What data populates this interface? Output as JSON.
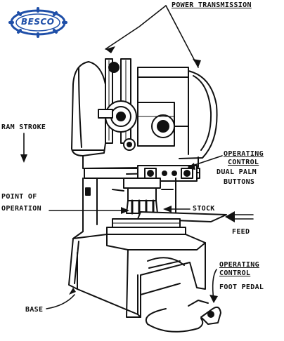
{
  "logo": {
    "text": "BESCO",
    "color": "#1f4fa8"
  },
  "labels": {
    "power_transmission": "POWER TRANSMISSION",
    "ram_stroke": "RAM STROKE",
    "operating_control_1": "OPERATING",
    "operating_control_2": "CONTROL",
    "dual_palm_1": "DUAL PALM",
    "dual_palm_2": "BUTTONS",
    "point_of_operation_1": "POINT OF",
    "point_of_operation_2": "OPERATION",
    "stock": "STOCK",
    "feed": "FEED",
    "base": "BASE",
    "foot_control_1": "OPERATING",
    "foot_control_2": "CONTROL",
    "foot_pedal": "FOOT PEDAL"
  }
}
